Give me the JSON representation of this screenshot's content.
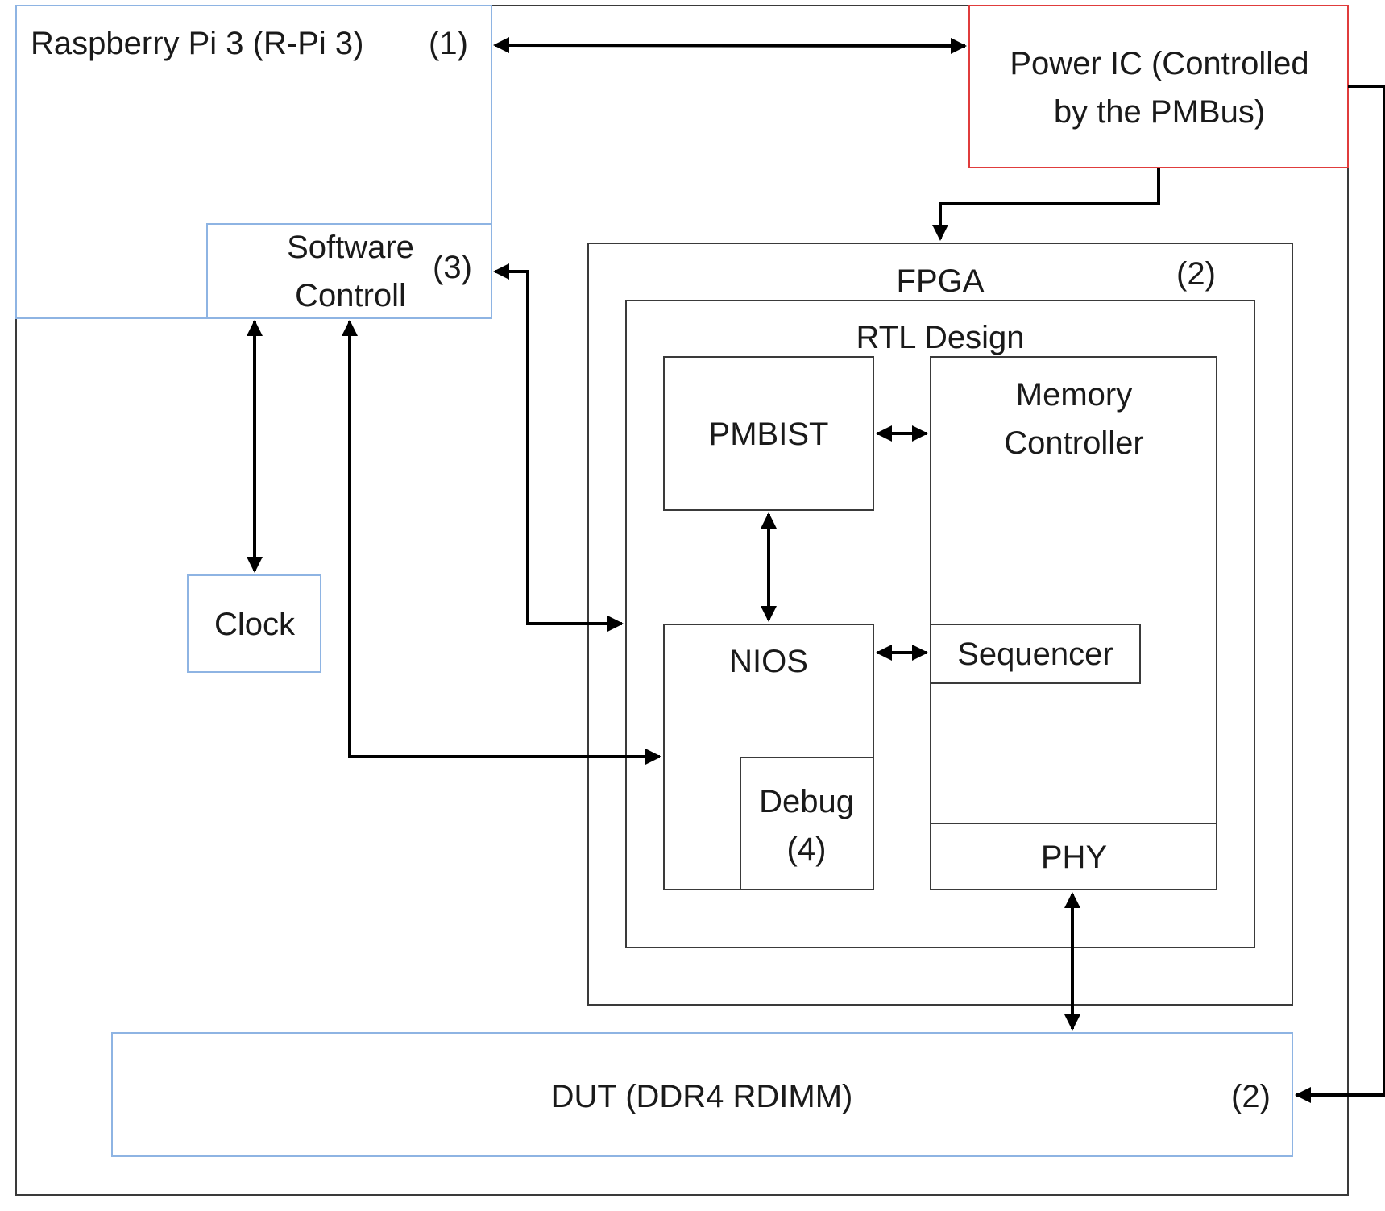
{
  "blocks": {
    "rpi": {
      "label": "Raspberry Pi 3 (R-Pi 3)",
      "tag": "(1)"
    },
    "software": {
      "line1": "Software",
      "line2": "Controll",
      "tag": "(3)"
    },
    "power_ic": {
      "line1": "Power IC (Controlled",
      "line2": "by the PMBus)"
    },
    "fpga": {
      "label": "FPGA",
      "tag": "(2)"
    },
    "rtl": {
      "label": "RTL Design"
    },
    "pmbist": {
      "label": "PMBIST"
    },
    "memory_controller": {
      "line1": "Memory",
      "line2": "Controller"
    },
    "nios": {
      "label": "NIOS"
    },
    "sequencer": {
      "label": "Sequencer"
    },
    "debug": {
      "line1": "Debug",
      "line2": "(4)"
    },
    "phy": {
      "label": "PHY"
    },
    "clock": {
      "label": "Clock"
    },
    "dut": {
      "label": "DUT (DDR4 RDIMM)",
      "tag": "(2)"
    }
  }
}
